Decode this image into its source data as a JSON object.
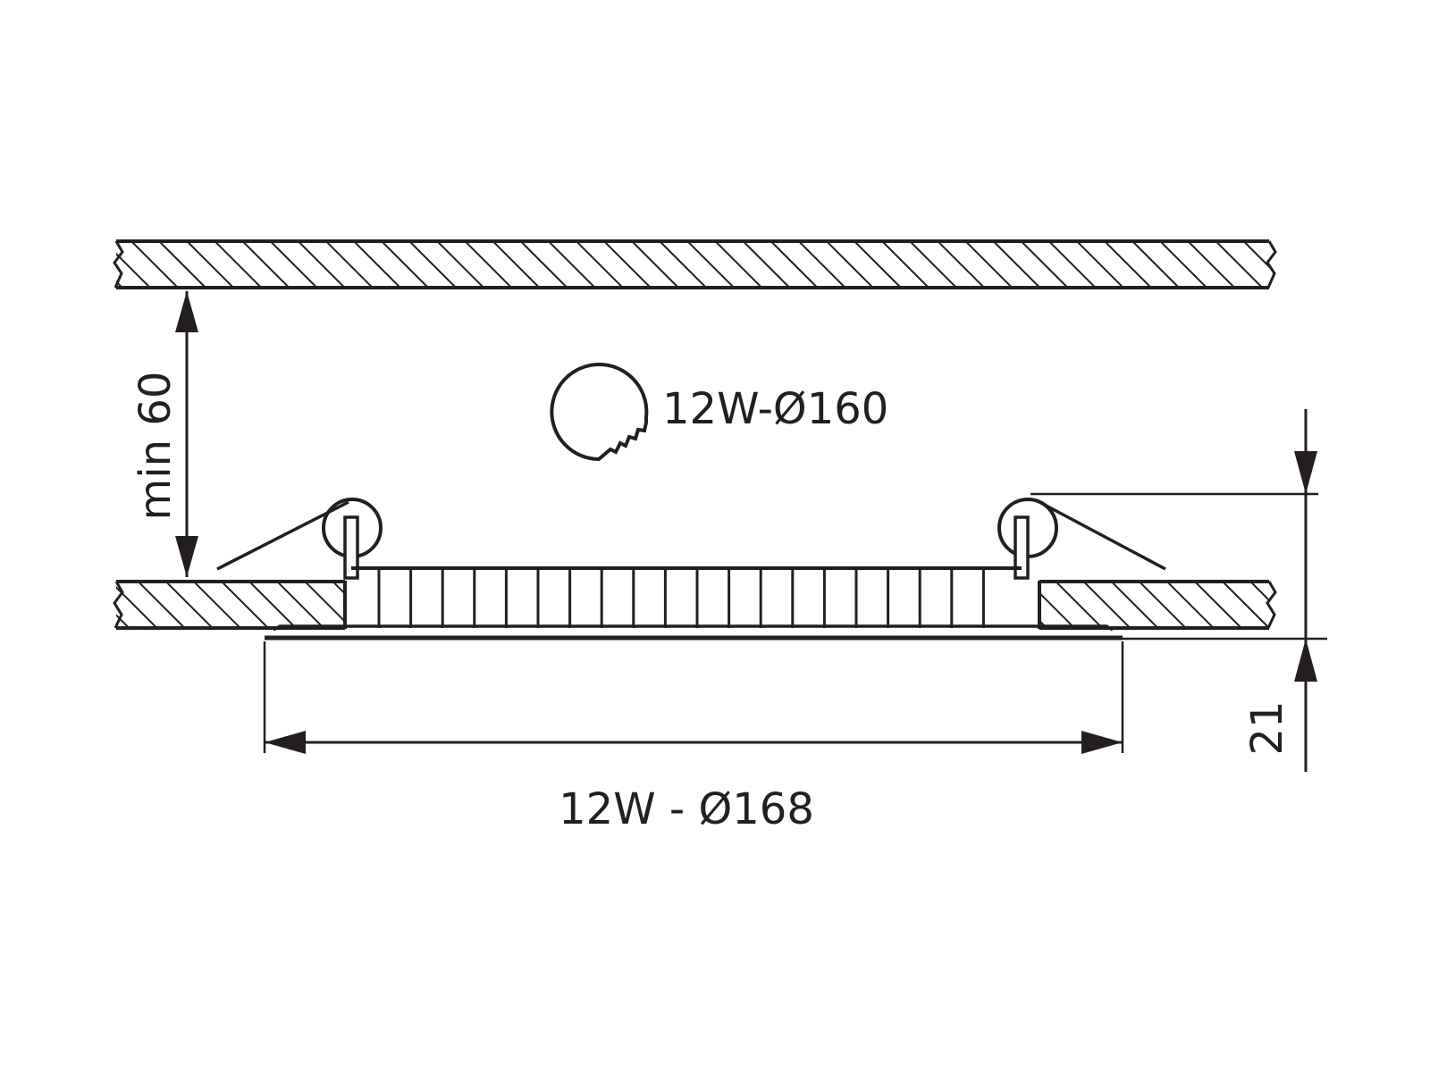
{
  "labels": {
    "cutout": "12W-Ø160",
    "height_clearance": "min 60",
    "outer_diameter": "12W - Ø168",
    "depth": "21"
  },
  "icons": {
    "cutout": "hole-saw-cutout-icon"
  },
  "colors": {
    "ink": "#231f20",
    "background": "#ffffff"
  }
}
